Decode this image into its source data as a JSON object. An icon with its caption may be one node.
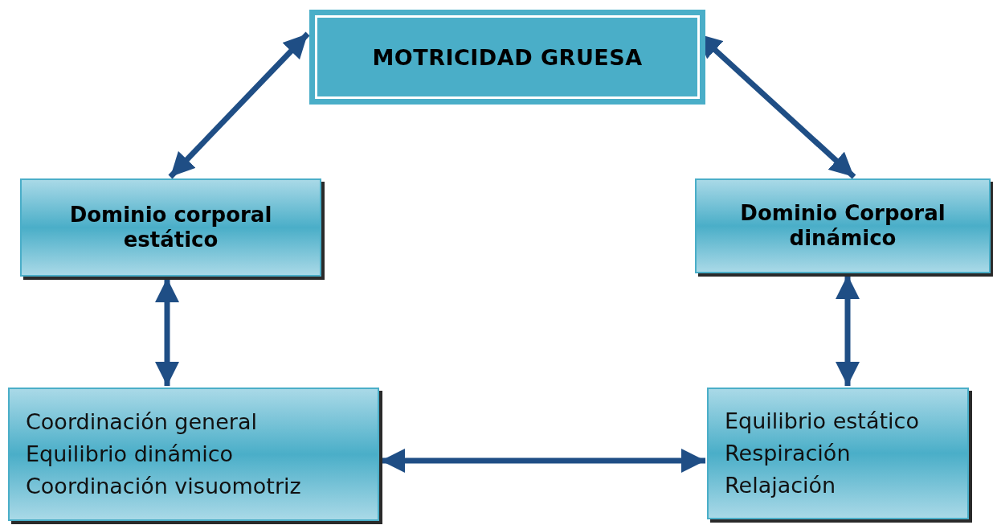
{
  "diagram": {
    "nodes": [
      {
        "text": [
          "MOTRICIDAD GRUESA"
        ]
      },
      {
        "text": [
          "Dominio corporal estático"
        ]
      },
      {
        "text": [
          "Dominio Corporal dinámico"
        ]
      },
      {
        "text": [
          "Coordinación general",
          "Equilibrio dinámico",
          "Coordinación visuomotriz"
        ]
      },
      {
        "text": [
          "Equilibrio estático",
          "Respiración",
          "Relajación"
        ]
      }
    ],
    "edges": [
      {
        "from": 1,
        "to": 0,
        "arrow": "both"
      },
      {
        "from": 0,
        "to": 2,
        "arrow": "both"
      },
      {
        "from": 1,
        "to": 3,
        "arrow": "both"
      },
      {
        "from": 2,
        "to": 4,
        "arrow": "both"
      },
      {
        "from": 3,
        "to": 4,
        "arrow": "both"
      }
    ]
  }
}
